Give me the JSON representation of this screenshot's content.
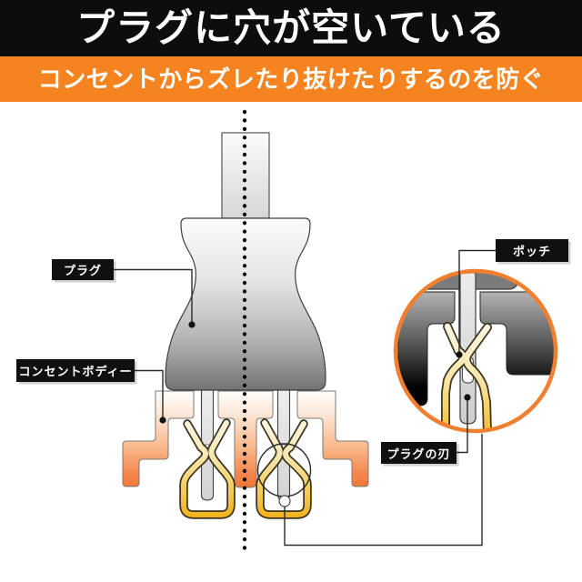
{
  "header": {
    "title": "プラグに穴が空いている",
    "subtitle": "コンセントからズレたり抜けたりするのを防ぐ",
    "title_bg": "#0d0d0d",
    "subtitle_bg": "#f5831f"
  },
  "diagram": {
    "labels": {
      "plug": "プラグ",
      "outlet_body": "コンセントボディー",
      "nub": "ポッチ",
      "plug_blade": "プラグの刃"
    },
    "colors": {
      "accent_orange": "#f5831f",
      "outlet_gradient_bottom": "#ef6e28",
      "contact_gold": "#f1af14",
      "plug_gray": "#757575",
      "magnifier_ring": "#f08030",
      "label_bg": "#101010",
      "label_text": "#ffffff"
    }
  }
}
